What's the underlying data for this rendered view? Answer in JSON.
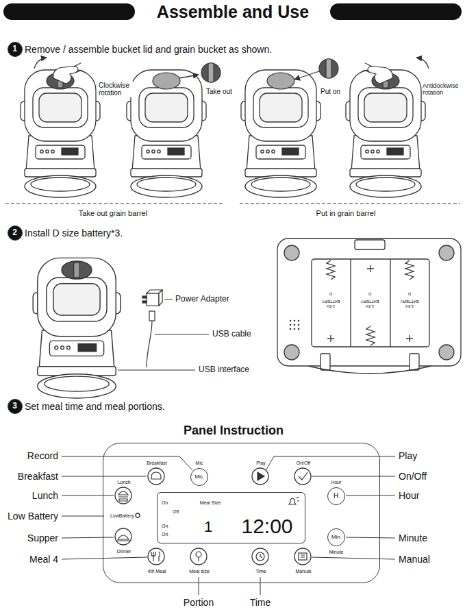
{
  "diagram": {
    "title": "Assemble and Use",
    "nodes": [
      {
        "text": [
          "1"
        ]
      },
      {
        "text": [
          "2"
        ]
      },
      {
        "text": [
          "3"
        ]
      },
      {
        "text": [
          "Panel Instruction",
          "Breakfast",
          "Mic",
          "Play",
          "On/Off",
          "Hour",
          "Lunch",
          "LowBattery",
          "Dinner",
          "4th Meal",
          "Meal size",
          "Time",
          "Manual",
          "Minute"
        ]
      },
      {
        "text": [
          "Mic"
        ],
        "in": 3
      },
      {
        "text": [
          "H"
        ],
        "in": 3
      },
      {
        "text": [
          "On",
          "Off",
          "On",
          "On",
          "Meal Size",
          "1",
          "12:00"
        ],
        "in": 3
      },
      {
        "text": [
          "Min"
        ],
        "in": 3
      }
    ],
    "labels": [
      "Remove / assemble bucket lid and grain bucket as shown.",
      "Clockwise rotation",
      "Take out",
      "Put on",
      "Antidockwise rotation",
      "Take out grain barrel",
      "Put in grain barrel",
      "Install D size battery*3.",
      "Power Adapter",
      "USB cable",
      "USB interface",
      "D",
      "1.5V BATTERY",
      "D",
      "1.5V BATTERY",
      "D",
      "1.5V BATTERY",
      "Set meal time and meal portions.",
      "Record",
      "Breakfast",
      "Lunch",
      "Low Battery",
      "Supper",
      "Meal 4",
      "Portion",
      "Time",
      "Play",
      "On/Off",
      "Hour",
      "Minute",
      "Manual"
    ]
  }
}
